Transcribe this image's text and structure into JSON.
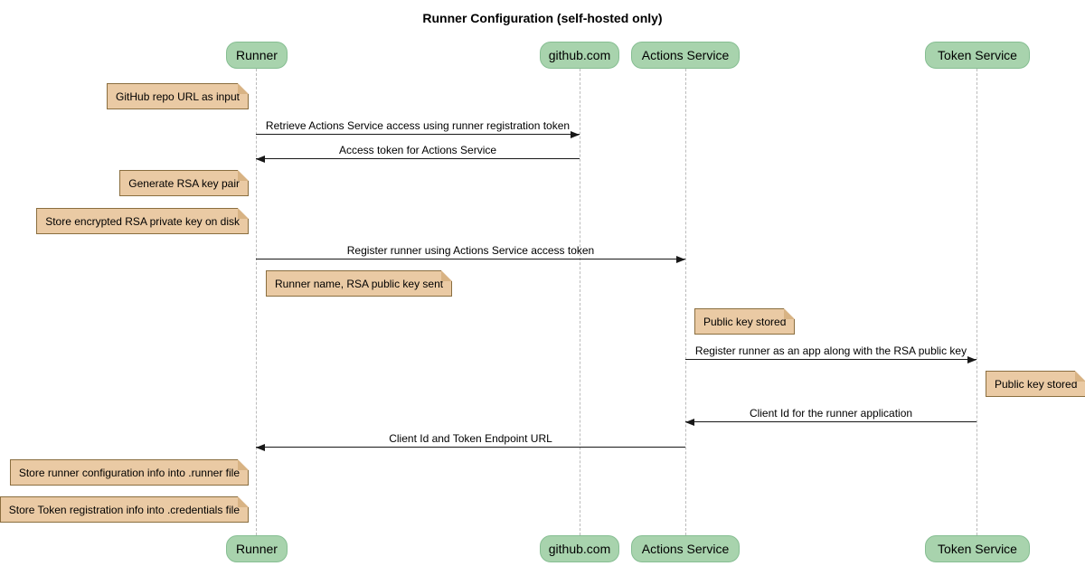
{
  "title": "Runner Configuration (self-hosted only)",
  "participants": [
    {
      "label": "Runner"
    },
    {
      "label": "github.com"
    },
    {
      "label": "Actions Service"
    },
    {
      "label": "Token Service"
    }
  ],
  "messages": [
    {
      "from": "Runner",
      "to": "github.com",
      "label": "Retrieve Actions Service access using runner registration token"
    },
    {
      "from": "github.com",
      "to": "Runner",
      "label": "Access token for Actions Service"
    },
    {
      "from": "Runner",
      "to": "Actions Service",
      "label": "Register runner using Actions Service access token"
    },
    {
      "from": "Actions Service",
      "to": "Token Service",
      "label": "Register runner as an app along with the RSA public key"
    },
    {
      "from": "Token Service",
      "to": "Actions Service",
      "label": "Client Id for the runner application"
    },
    {
      "from": "Actions Service",
      "to": "Runner",
      "label": "Client Id and Token Endpoint URL"
    }
  ],
  "notes": [
    {
      "actor": "Runner",
      "side": "left",
      "label": "GitHub repo URL as input"
    },
    {
      "actor": "Runner",
      "side": "left",
      "label": "Generate RSA key pair"
    },
    {
      "actor": "Runner",
      "side": "left",
      "label": "Store encrypted RSA private key on disk"
    },
    {
      "actor": "Runner",
      "side": "right",
      "label": "Runner name, RSA public key sent"
    },
    {
      "actor": "Actions Service",
      "side": "right",
      "label": "Public key stored"
    },
    {
      "actor": "Token Service",
      "side": "right",
      "label": "Public key stored"
    },
    {
      "actor": "Runner",
      "side": "left",
      "label": "Store runner configuration info into .runner file"
    },
    {
      "actor": "Runner",
      "side": "left",
      "label": "Store Token registration info into .credentials file"
    }
  ],
  "colors": {
    "participant_fill": "#A8D3AD",
    "participant_border": "#86BE92",
    "note_fill": "#EACAA4",
    "note_border": "#8A6E3F",
    "note_fold": "#D8B384",
    "lifeline": "#BBBBBB",
    "message_line": "#181818",
    "background": "#FFFFFF"
  }
}
